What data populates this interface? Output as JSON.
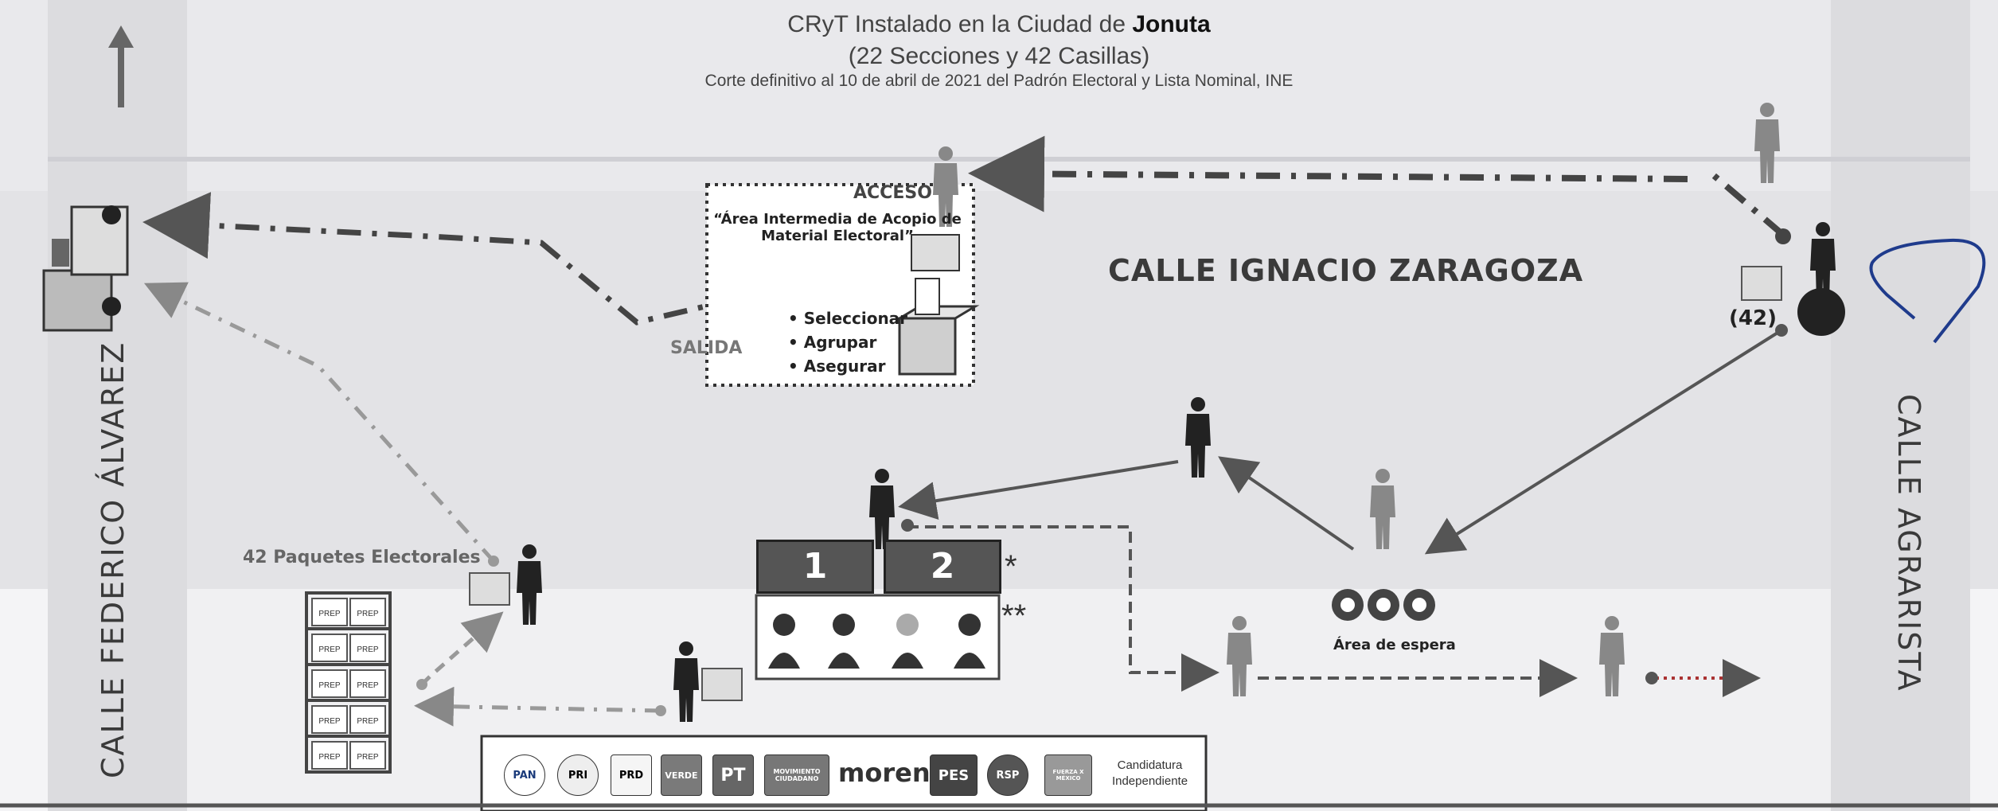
{
  "title": {
    "line1_prefix": "CRyT Instalado en la Ciudad de ",
    "line1_city": "Jonuta",
    "line2": "(22 Secciones y 42 Casillas)",
    "line3": "Corte definitivo al 10 de abril de 2021 del Padrón Electoral y Lista  Nominal, INE"
  },
  "streets": {
    "top": "CALLE IGNACIO ZARAGOZA",
    "left": "CALLE FEDERICO ÁLVAREZ",
    "right": "CALLE AGRARISTA"
  },
  "area_intermedia": {
    "acceso": "ACCESO",
    "salida": "SALIDA",
    "title": "“Área Intermedia de Acopio de Material Electoral”",
    "steps": [
      "Seleccionar",
      "Agrupar",
      "Asegurar"
    ]
  },
  "paquetes_label": "42 Paquetes Electorales",
  "count_label": "(42)",
  "booths": [
    "1",
    "2"
  ],
  "asterisk_1": "*",
  "asterisk_2": "**",
  "espera_label": "Área de espera",
  "parties": [
    "PAN",
    "PRI",
    "PRD",
    "VERDE",
    "PT",
    "MOVIMIENTO CIUDADANO",
    "morena",
    "PES",
    "RSP",
    "FUERZA X MÉXICO"
  ],
  "candidatura": "Candidatura Independiente",
  "box_tag": "PREP",
  "colors": {
    "street": "#d9d9db",
    "road": "#e6e6e8",
    "dark": "#333333",
    "arrow": "#555555",
    "marker_blue": "#1f3b8c"
  }
}
